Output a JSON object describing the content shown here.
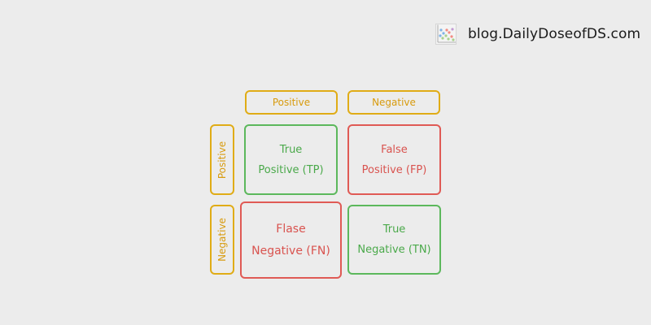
{
  "brand": {
    "text": "blog.DailyDoseofDS.com",
    "logo_icon": "scatter-plot-icon"
  },
  "matrix": {
    "columns": [
      "Positive",
      "Negative"
    ],
    "rows": [
      "Positive",
      "Negative"
    ],
    "cells": [
      [
        "True",
        "Positive (TP)"
      ],
      [
        "False",
        "Positive (FP)"
      ],
      [
        "Flase",
        "Negative (FN)"
      ],
      [
        "True",
        "Negative (TN)"
      ]
    ]
  },
  "colors": {
    "header": "#e0ac16",
    "correct": "#5cb85c",
    "error": "#e05a55",
    "background": "#ececec"
  }
}
